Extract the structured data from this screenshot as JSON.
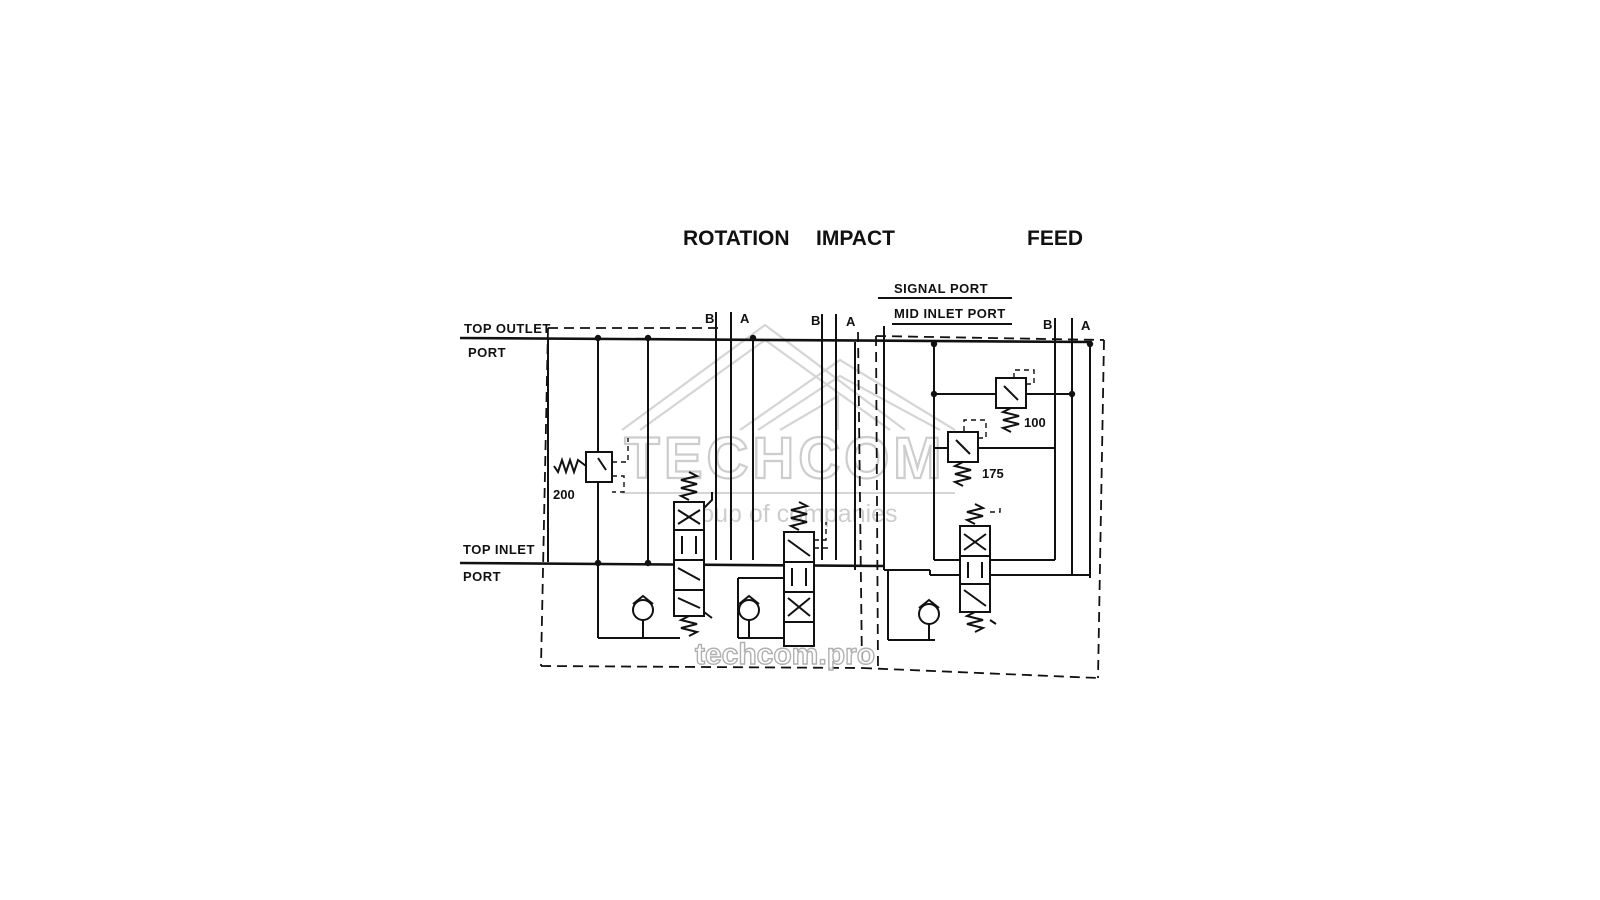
{
  "headers": {
    "rotation": "ROTATION",
    "impact": "IMPACT",
    "feed": "FEED"
  },
  "labels": {
    "top_outlet_line1": "TOP OUTLET",
    "top_outlet_line2": "PORT",
    "top_inlet_line1": "TOP INLET",
    "top_inlet_line2": "PORT",
    "signal_port": "SIGNAL PORT",
    "mid_inlet_port": "MID INLET PORT"
  },
  "ports": {
    "rotation_b": "B",
    "rotation_a": "A",
    "impact_b": "B",
    "impact_a": "A",
    "feed_b": "B",
    "feed_a": "A"
  },
  "pressure_settings": {
    "main_relief": "200",
    "feed_relief_upper": "100",
    "feed_relief_lower": "175"
  },
  "watermark": {
    "brand": "TECHCOM",
    "tagline": "Group of companies",
    "url": "techcom.pro"
  },
  "colors": {
    "line": "#111111",
    "watermark": "#bdbdbd"
  }
}
